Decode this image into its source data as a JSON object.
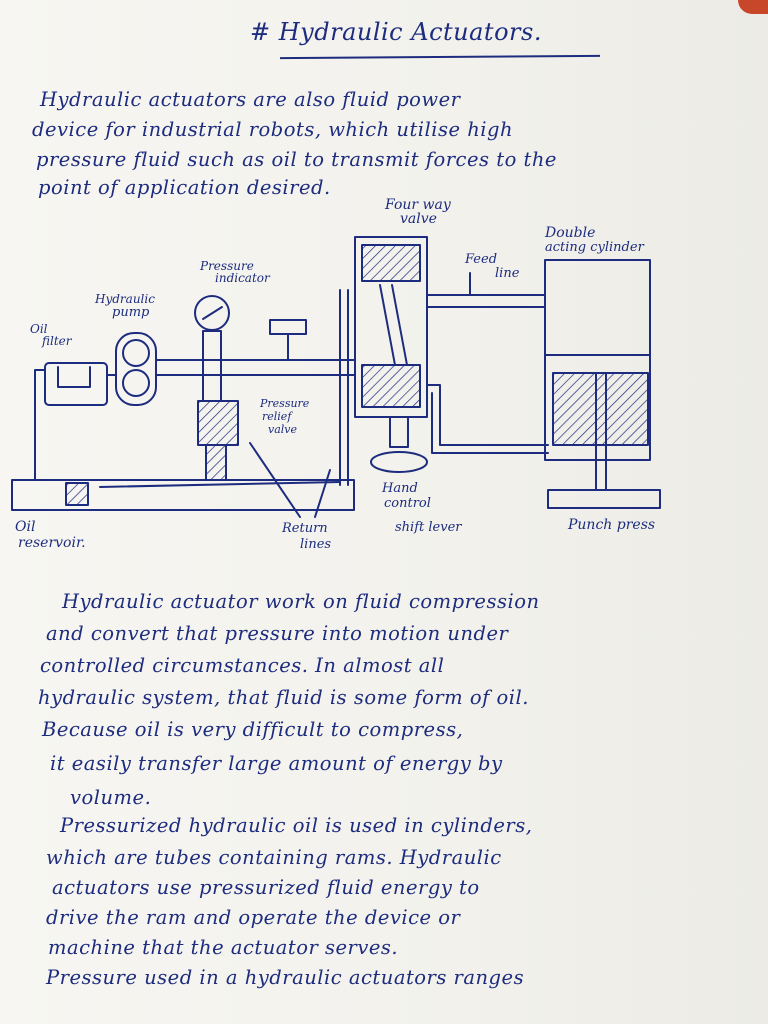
{
  "heading": "# Hydraulic Actuators.",
  "intro": [
    "Hydraulic actuators are also fluid power",
    "device for industrial robots, which utilise high",
    "pressure fluid such as oil to transmit forces to the",
    "point of application desired."
  ],
  "diagram_labels": {
    "four_way_valve_1": "Four way",
    "four_way_valve_2": "valve",
    "double_acting_cylinder_1": "Double",
    "double_acting_cylinder_2": "acting cylinder",
    "feed_line_1": "Feed",
    "feed_line_2": "line",
    "pressure_indicator_1": "Pressure",
    "pressure_indicator_2": "indicator",
    "hydraulic_pump_1": "Hydraulic",
    "hydraulic_pump_2": "pump",
    "oil_filter_1": "Oil",
    "oil_filter_2": "filter",
    "pressure_relief_valve_1": "Pressure",
    "pressure_relief_valve_2": "relief",
    "pressure_relief_valve_3": "valve",
    "hand_control_1": "Hand",
    "hand_control_2": "control",
    "shift_lever": "shift lever",
    "return_lines_1": "Return",
    "return_lines_2": "lines",
    "oil_reservoir_1": "Oil",
    "oil_reservoir_2": "reservoir.",
    "punch_press": "Punch press"
  },
  "body": [
    "Hydraulic actuator work on fluid compression",
    "and convert that pressure into motion under",
    "controlled circumstances. In almost all",
    "hydraulic system, that fluid is some form of oil.",
    "Because oil is very difficult to compress,",
    "it easily transfer large amount of energy by",
    "volume.",
    "Pressurized hydraulic oil is used in cylinders,",
    "which are tubes containing rams. Hydraulic",
    "actuators use pressurized fluid energy to",
    "drive the ram and operate the device or",
    "machine that the actuator serves.",
    "Pressure used in a hydraulic actuators ranges"
  ],
  "colors": {
    "ink": "#1d2c7e",
    "paper": "#f4f3ef"
  }
}
